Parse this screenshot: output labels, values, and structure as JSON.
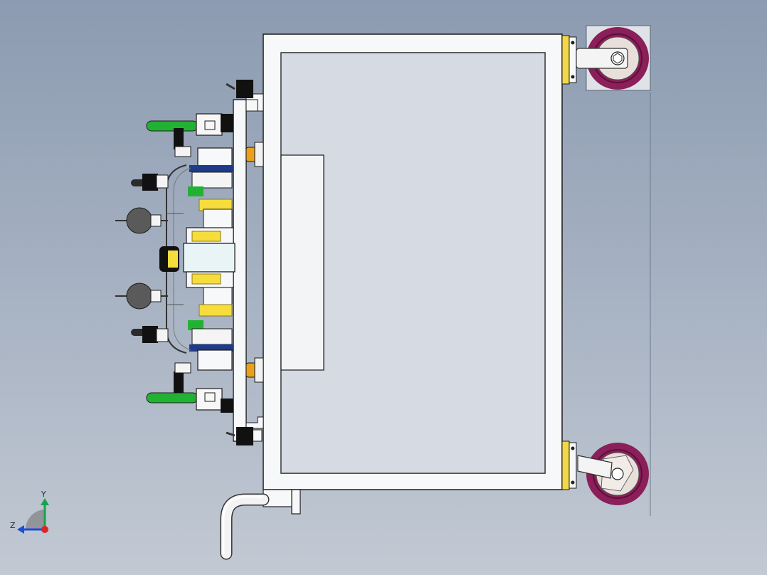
{
  "view": {
    "type": "cad-3d-model-viewport",
    "background_top": "#8c9bb1",
    "background_bottom": "#c2c9d3"
  },
  "triad": {
    "axis_y_label": "Y",
    "axis_z_label": "Z",
    "axis_y_color": "#16a34a",
    "axis_z_color": "#1d4ed8",
    "axis_x_color": "#dc2626"
  },
  "colors": {
    "frame_white": "#f7f8fa",
    "outline": "#1c1c1c",
    "plate_panel": "#f3f4f6",
    "wheel_rim": "#8a1f5a",
    "wheel_hub": "#e8dfdb",
    "mount_plate": "#f1d84a",
    "clamp_handle": "#22b233",
    "pin_orange": "#e9a01a",
    "datum_yellow": "#f6dd3c",
    "locator_blue": "#1e3a8a",
    "knob_dark": "#111111",
    "gauge_gray": "#5a5a5a"
  },
  "model": {
    "name": "inspection-fixture-cart",
    "components": {
      "cart_frame": "cart-frame",
      "caster_top": "caster-wheel-top",
      "caster_bottom": "caster-wheel-bottom",
      "push_handle": "push-handle",
      "fixture_plate": "fixture-base-plate",
      "toggle_clamps": "toggle-clamps",
      "dial_gauges": "dial-gauges",
      "locating_pins": "locating-pins"
    }
  }
}
